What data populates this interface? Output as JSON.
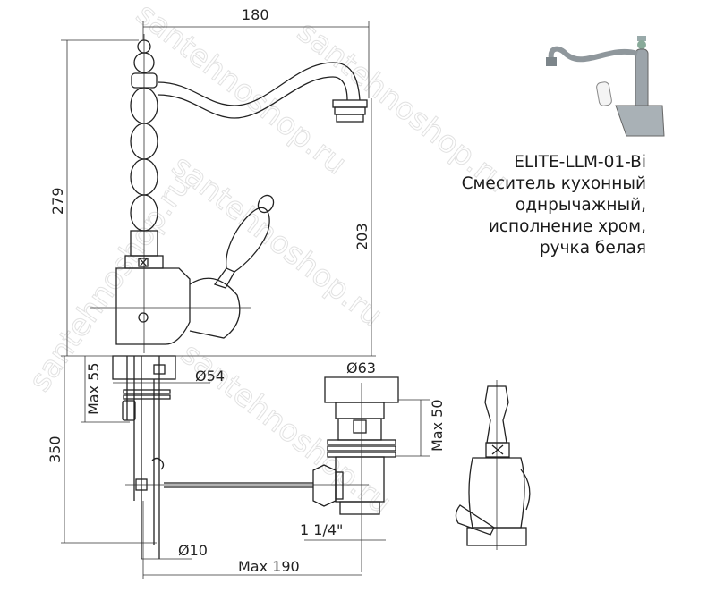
{
  "product": {
    "model": "ELITE-LLM-01-Bi",
    "description_lines": [
      "Смеситель кухонный",
      "однрычажный,",
      "исполнение хром,",
      "ручка белая"
    ]
  },
  "dimensions": {
    "spout_reach": "180",
    "total_height": "279",
    "spout_height": "203",
    "max_55": "Max 55",
    "hose_length": "350",
    "base_diameter": "Ø54",
    "drain_diameter": "Ø63",
    "max_50": "Max 50",
    "drain_thread": "1 1/4\"",
    "rod_diameter": "Ø10",
    "max_190": "Max 190"
  },
  "watermark": "santehnoshop.ru"
}
